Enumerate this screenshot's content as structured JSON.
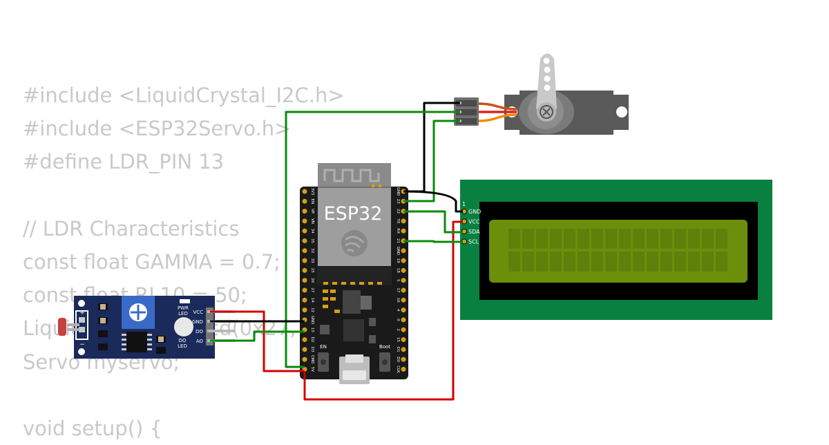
{
  "code_lines": [
    "#include <LiquidCrystal_I2C.h>",
    "#include <ESP32Servo.h>",
    "#define LDR_PIN 13",
    "",
    "// LDR Characteristics",
    "const float GAMMA = 0.7;",
    "const float RL10 = 50;",
    "LiquidCrystal_I2C lcd(0x27, 16, 2);",
    "Servo myservo;",
    "",
    "void setup() {"
  ],
  "esp32": {
    "label": "ESP32",
    "left_pins": [
      "3V3",
      "EN",
      "VP",
      "VN",
      "34",
      "35",
      "32",
      "33",
      "25",
      "26",
      "27",
      "14",
      "12",
      "GND",
      "13",
      "D2",
      "D3",
      "CMD",
      "5V"
    ],
    "right_pins": [
      "GND",
      "23",
      "22",
      "TX",
      "RX",
      "21",
      "GND",
      "19",
      "18",
      "5",
      "17",
      "16",
      "4",
      "0",
      "2",
      "15",
      "D1",
      "D0",
      "CLK"
    ],
    "en_label": "EN",
    "boot_label": "Boot"
  },
  "ldr_module": {
    "plus_label": "+",
    "minus_label": "−",
    "pwr_led_label": [
      "PWR",
      "LED"
    ],
    "do_led_label": [
      "DO",
      "LED"
    ],
    "pins": [
      "VCC",
      "GND",
      "DO",
      "AO"
    ]
  },
  "lcd": {
    "pin1_label": "1",
    "pins": [
      "GND",
      "VCC",
      "SDA",
      "SCL"
    ]
  },
  "colors": {
    "wire_green": "#0a8a0a",
    "wire_red": "#d40000",
    "wire_black": "#000000",
    "pcb_green": "#0a8040",
    "lcd_screen": "#6b8f0a",
    "ldr_board": "#1a2a5a"
  }
}
